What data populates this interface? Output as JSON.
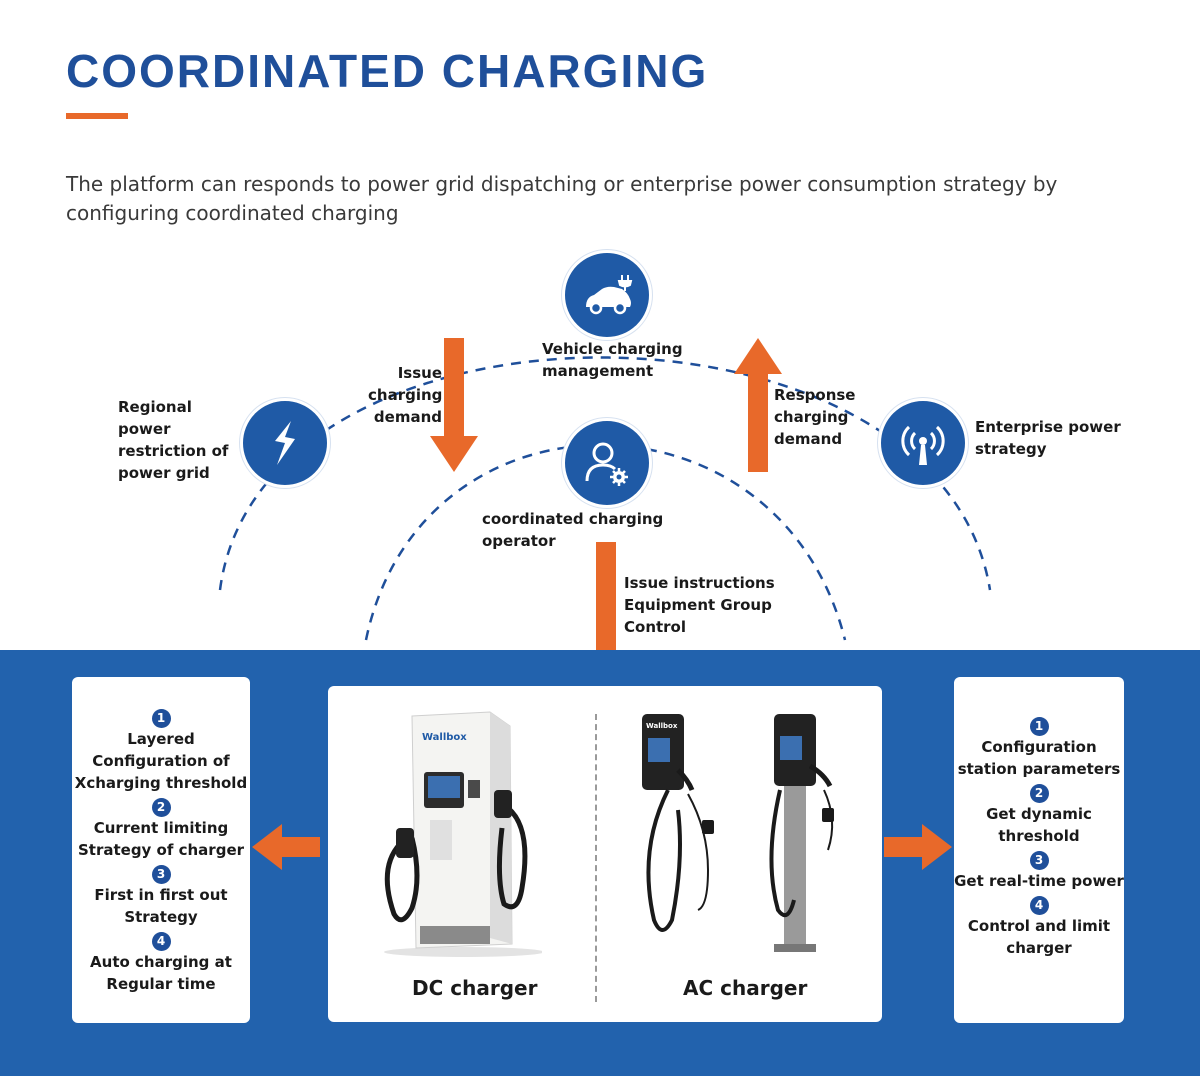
{
  "title": "COORDINATED CHARGING",
  "subtitle": "The platform can responds to power grid dispatching or enterprise power consumption strategy by configuring coordinated charging",
  "colors": {
    "brand_blue": "#1f5aa6",
    "accent_orange": "#e8692a",
    "panel_blue": "#2262ad"
  },
  "nodes": {
    "vehicle": {
      "label": "Vehicle charging management",
      "icon": "car-plug-icon"
    },
    "regional": {
      "label": "Regional power restriction of power grid",
      "icon": "lightning-icon"
    },
    "enterprise": {
      "label": "Enterprise power strategy",
      "icon": "antenna-icon"
    },
    "operator": {
      "label": "coordinated charging operator",
      "icon": "user-gear-icon"
    }
  },
  "flows": {
    "issue_demand": "Issue charging demand",
    "response_demand": "Response charging demand",
    "issue_instructions": "Issue instructions Equipment Group Control"
  },
  "left_panel": {
    "steps": [
      {
        "num": "1",
        "text": "Layered Configuration of Xcharging threshold"
      },
      {
        "num": "2",
        "text": "Current limiting Strategy of charger"
      },
      {
        "num": "3",
        "text": "First in first out Strategy"
      },
      {
        "num": "4",
        "text": "Auto charging at Regular time"
      }
    ]
  },
  "right_panel": {
    "steps": [
      {
        "num": "1",
        "text": "Configuration station parameters"
      },
      {
        "num": "2",
        "text": "Get dynamic threshold"
      },
      {
        "num": "3",
        "text": "Get real-time power"
      },
      {
        "num": "4",
        "text": "Control and limit charger"
      }
    ]
  },
  "chargers": {
    "dc_label": "DC charger",
    "ac_label": "AC charger",
    "brand_logo_text": "Wallbox"
  }
}
